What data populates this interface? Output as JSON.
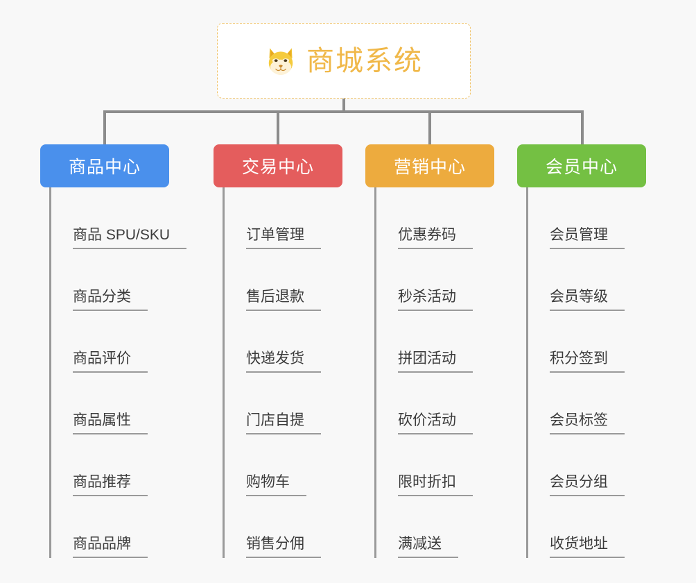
{
  "root": {
    "title": "商城系统",
    "icon": "shiba-dog-icon",
    "border_color": "#f0c36a",
    "text_color": "#f0b849",
    "background": "#ffffff"
  },
  "canvas": {
    "background": "#f8f8f8",
    "connector_color": "#8c8c8c",
    "divider_color": "#9a9a9a",
    "leaf_text_color": "#3b3b3b"
  },
  "columns": [
    {
      "title": "商品中心",
      "color": "#4a90ec",
      "items": [
        "商品 SPU/SKU",
        "商品分类",
        "商品评价",
        "商品属性",
        "商品推荐",
        "商品品牌"
      ]
    },
    {
      "title": "交易中心",
      "color": "#e45d5d",
      "items": [
        "订单管理",
        "售后退款",
        "快递发货",
        "门店自提",
        "购物车",
        "销售分佣"
      ]
    },
    {
      "title": "营销中心",
      "color": "#edab3e",
      "items": [
        "优惠券码",
        "秒杀活动",
        "拼团活动",
        "砍价活动",
        "限时折扣",
        "满减送"
      ]
    },
    {
      "title": "会员中心",
      "color": "#74c043",
      "items": [
        "会员管理",
        "会员等级",
        "积分签到",
        "会员标签",
        "会员分组",
        "收货地址"
      ]
    }
  ]
}
